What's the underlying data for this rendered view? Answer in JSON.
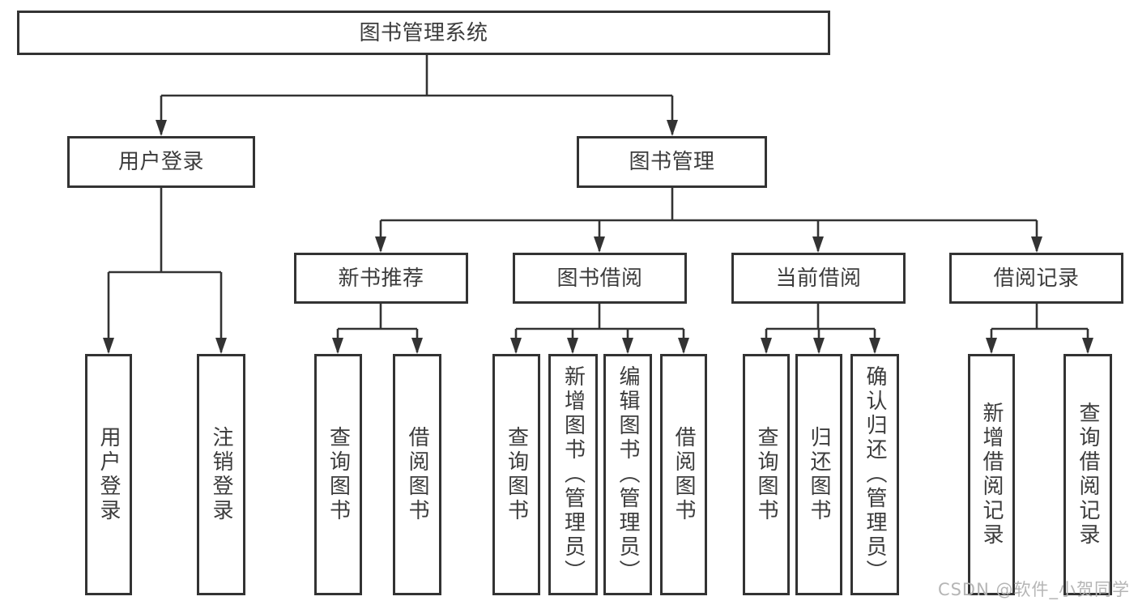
{
  "diagram": {
    "root": {
      "label": "图书管理系统"
    },
    "branches": [
      {
        "label": "用户登录",
        "children": [
          {
            "label": "用户登录"
          },
          {
            "label": "注销登录"
          }
        ]
      },
      {
        "label": "图书管理",
        "groups": [
          {
            "label": "新书推荐",
            "children": [
              {
                "label": "查询图书"
              },
              {
                "label": "借阅图书"
              }
            ]
          },
          {
            "label": "图书借阅",
            "children": [
              {
                "label": "查询图书"
              },
              {
                "label": "新增图书（管理员）"
              },
              {
                "label": "编辑图书（管理员）"
              },
              {
                "label": "借阅图书"
              }
            ]
          },
          {
            "label": "当前借阅",
            "children": [
              {
                "label": "查询图书"
              },
              {
                "label": "归还图书"
              },
              {
                "label": "确认归还（管理员）"
              }
            ]
          },
          {
            "label": "借阅记录",
            "children": [
              {
                "label": "新增借阅记录"
              },
              {
                "label": "查询借阅记录"
              }
            ]
          }
        ]
      }
    ]
  },
  "watermark": {
    "text": "CSDN @软件_小贺同学",
    "color": "#b5b5b5"
  },
  "colors": {
    "line": "#333333",
    "text": "#3c3c3c",
    "background": "#ffffff"
  }
}
